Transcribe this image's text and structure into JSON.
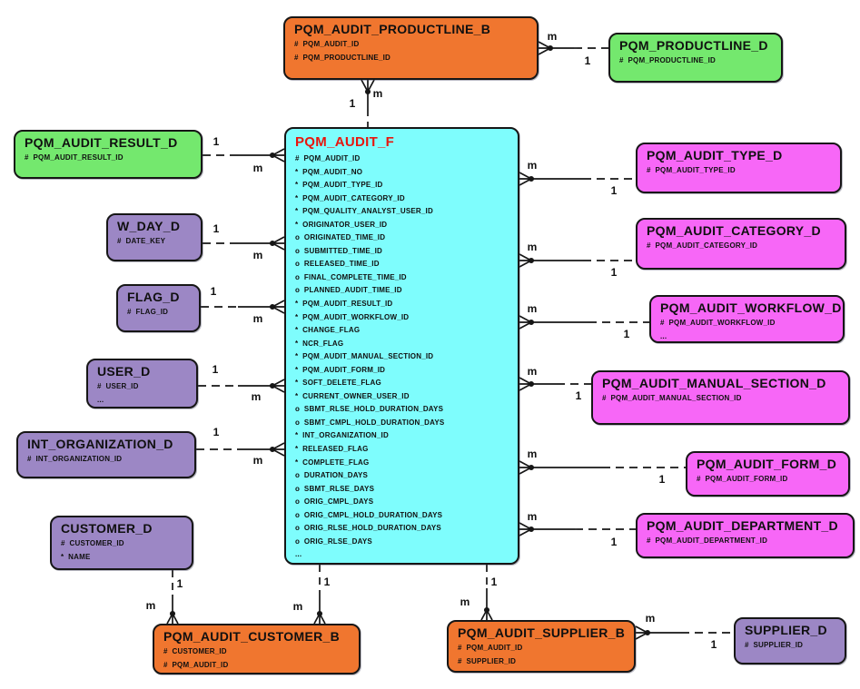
{
  "cardinality": {
    "one": "1",
    "many": "m"
  },
  "entities": {
    "pqm_audit_productline_b": {
      "title": "PQM_AUDIT_PRODUCTLINE_B",
      "attributes": [
        "#  PQM_AUDIT_ID",
        "#  PQM_PRODUCTLINE_ID"
      ]
    },
    "pqm_productline_d": {
      "title": "PQM_PRODUCTLINE_D",
      "attributes": [
        "#  PQM_PRODUCTLINE_ID"
      ]
    },
    "pqm_audit_result_d": {
      "title": "PQM_AUDIT_RESULT_D",
      "attributes": [
        "#  PQM_AUDIT_RESULT_ID"
      ]
    },
    "pqm_audit_f": {
      "title": "PQM_AUDIT_F",
      "attributes": [
        "#  PQM_AUDIT_ID",
        "*  PQM_AUDIT_NO",
        "*  PQM_AUDIT_TYPE_ID",
        "*  PQM_AUDIT_CATEGORY_ID",
        "*  PQM_QUALITY_ANALYST_USER_ID",
        "*  ORIGINATOR_USER_ID",
        "o  ORIGINATED_TIME_ID",
        "o  SUBMITTED_TIME_ID",
        "o  RELEASED_TIME_ID",
        "o  FINAL_COMPLETE_TIME_ID",
        "o  PLANNED_AUDIT_TIME_ID",
        "*  PQM_AUDIT_RESULT_ID",
        "*  PQM_AUDIT_WORKFLOW_ID",
        "*  CHANGE_FLAG",
        "*  NCR_FLAG",
        "*  PQM_AUDIT_MANUAL_SECTION_ID",
        "*  PQM_AUDIT_FORM_ID",
        "*  SOFT_DELETE_FLAG",
        "*  CURRENT_OWNER_USER_ID",
        "o  SBMT_RLSE_HOLD_DURATION_DAYS",
        "o  SBMT_CMPL_HOLD_DURATION_DAYS",
        "*  INT_ORGANIZATION_ID",
        "*  RELEASED_FLAG",
        "*  COMPLETE_FLAG",
        "o  DURATION_DAYS",
        "o  SBMT_RLSE_DAYS",
        "o  ORIG_CMPL_DAYS",
        "o  ORIG_CMPL_HOLD_DURATION_DAYS",
        "o  ORIG_RLSE_HOLD_DURATION_DAYS",
        "o  ORIG_RLSE_DAYS",
        "..."
      ]
    },
    "pqm_audit_type_d": {
      "title": "PQM_AUDIT_TYPE_D",
      "attributes": [
        "#  PQM_AUDIT_TYPE_ID"
      ]
    },
    "w_day_d": {
      "title": "W_DAY_D",
      "attributes": [
        "#  DATE_KEY"
      ]
    },
    "pqm_audit_category_d": {
      "title": "PQM_AUDIT_CATEGORY_D",
      "attributes": [
        "#  PQM_AUDIT_CATEGORY_ID"
      ]
    },
    "flag_d": {
      "title": "FLAG_D",
      "attributes": [
        "#  FLAG_ID"
      ]
    },
    "pqm_audit_workflow_d": {
      "title": "PQM_AUDIT_WORKFLOW_D",
      "attributes": [
        "#  PQM_AUDIT_WORKFLOW_ID",
        "..."
      ]
    },
    "user_d": {
      "title": "USER_D",
      "attributes": [
        "#  USER_ID",
        "..."
      ]
    },
    "pqm_audit_manual_section_d": {
      "title": "PQM_AUDIT_MANUAL_SECTION_D",
      "attributes": [
        "#  PQM_AUDIT_MANUAL_SECTION_ID"
      ]
    },
    "int_organization_d": {
      "title": "INT_ORGANIZATION_D",
      "attributes": [
        "#  INT_ORGANIZATION_ID"
      ]
    },
    "pqm_audit_form_d": {
      "title": "PQM_AUDIT_FORM_D",
      "attributes": [
        "#  PQM_AUDIT_FORM_ID"
      ]
    },
    "customer_d": {
      "title": "CUSTOMER_D",
      "attributes": [
        "#  CUSTOMER_ID",
        "*  NAME"
      ]
    },
    "pqm_audit_department_d": {
      "title": "PQM_AUDIT_DEPARTMENT_D",
      "attributes": [
        "#  PQM_AUDIT_DEPARTMENT_ID"
      ]
    },
    "pqm_audit_customer_b": {
      "title": "PQM_AUDIT_CUSTOMER_B",
      "attributes": [
        "#  CUSTOMER_ID",
        "#  PQM_AUDIT_ID"
      ]
    },
    "pqm_audit_supplier_b": {
      "title": "PQM_AUDIT_SUPPLIER_B",
      "attributes": [
        "#  PQM_AUDIT_ID",
        "#  SUPPLIER_ID"
      ]
    },
    "supplier_d": {
      "title": "SUPPLIER_D",
      "attributes": [
        "#  SUPPLIER_ID"
      ]
    }
  },
  "connectors": [
    {
      "from": "PQM_AUDIT_PRODUCTLINE_B",
      "to": "PQM_PRODUCTLINE_D",
      "from_card": "m",
      "to_card": "1"
    },
    {
      "from": "PQM_AUDIT_PRODUCTLINE_B",
      "to": "PQM_AUDIT_F",
      "from_card": "m",
      "to_card": "1"
    },
    {
      "from": "PQM_AUDIT_F",
      "to": "PQM_AUDIT_RESULT_D",
      "from_card": "m",
      "to_card": "1"
    },
    {
      "from": "PQM_AUDIT_F",
      "to": "W_DAY_D",
      "from_card": "m",
      "to_card": "1"
    },
    {
      "from": "PQM_AUDIT_F",
      "to": "FLAG_D",
      "from_card": "m",
      "to_card": "1"
    },
    {
      "from": "PQM_AUDIT_F",
      "to": "USER_D",
      "from_card": "m",
      "to_card": "1"
    },
    {
      "from": "PQM_AUDIT_F",
      "to": "INT_ORGANIZATION_D",
      "from_card": "m",
      "to_card": "1"
    },
    {
      "from": "PQM_AUDIT_F",
      "to": "PQM_AUDIT_TYPE_D",
      "from_card": "m",
      "to_card": "1"
    },
    {
      "from": "PQM_AUDIT_F",
      "to": "PQM_AUDIT_CATEGORY_D",
      "from_card": "m",
      "to_card": "1"
    },
    {
      "from": "PQM_AUDIT_F",
      "to": "PQM_AUDIT_WORKFLOW_D",
      "from_card": "m",
      "to_card": "1"
    },
    {
      "from": "PQM_AUDIT_F",
      "to": "PQM_AUDIT_MANUAL_SECTION_D",
      "from_card": "m",
      "to_card": "1"
    },
    {
      "from": "PQM_AUDIT_F",
      "to": "PQM_AUDIT_FORM_D",
      "from_card": "m",
      "to_card": "1"
    },
    {
      "from": "PQM_AUDIT_F",
      "to": "PQM_AUDIT_DEPARTMENT_D",
      "from_card": "m",
      "to_card": "1"
    },
    {
      "from": "PQM_AUDIT_CUSTOMER_B",
      "to": "CUSTOMER_D",
      "from_card": "m",
      "to_card": "1"
    },
    {
      "from": "PQM_AUDIT_CUSTOMER_B",
      "to": "PQM_AUDIT_F",
      "from_card": "m",
      "to_card": "1"
    },
    {
      "from": "PQM_AUDIT_SUPPLIER_B",
      "to": "PQM_AUDIT_F",
      "from_card": "m",
      "to_card": "1"
    },
    {
      "from": "PQM_AUDIT_SUPPLIER_B",
      "to": "SUPPLIER_D",
      "from_card": "m",
      "to_card": "1"
    }
  ]
}
